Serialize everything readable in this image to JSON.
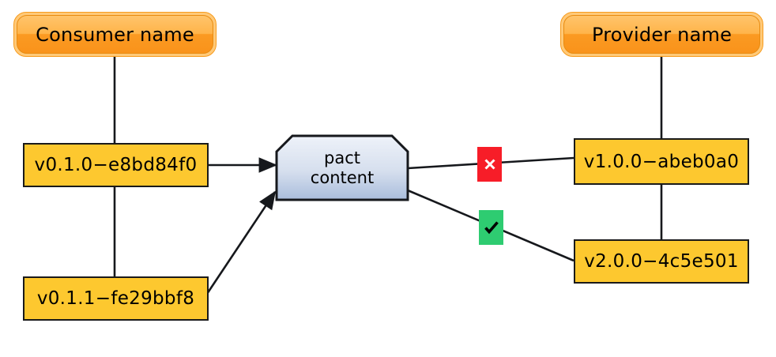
{
  "diagram": {
    "title": "pact verification matrix",
    "background": "#ffffff",
    "colors": {
      "pill_fill_top": "#ffc46b",
      "pill_fill_bottom": "#f9931b",
      "pill_border": "#e88b10",
      "rect_fill": "#fdc82f",
      "rect_border": "#1a1a1a",
      "pact_fill_top": "#e8edf7",
      "pact_fill_bottom": "#aabedd",
      "pact_border": "#16181c",
      "edge": "#16181c",
      "fail": "#f71d28",
      "pass": "#2ecc71"
    }
  },
  "consumer": {
    "header": {
      "label": "Consumer name"
    },
    "versions": [
      {
        "label": "v0.1.0−e8bd84f0"
      },
      {
        "label": "v0.1.1−fe29bbf8"
      }
    ]
  },
  "provider": {
    "header": {
      "label": "Provider name"
    },
    "versions": [
      {
        "label": "v1.0.0−abeb0a0"
      },
      {
        "label": "v2.0.0−4c5e501"
      }
    ]
  },
  "pact": {
    "line1": "pact",
    "line2": "content"
  },
  "status": [
    {
      "name": "verification-failed",
      "icon": "cross-icon",
      "symbol": "✕",
      "color": "#f71d28",
      "glyph_color": "#ffffff"
    },
    {
      "name": "verification-passed",
      "icon": "check-icon",
      "symbol": "✔",
      "color": "#2ecc71",
      "glyph_color": "#000000"
    }
  ]
}
